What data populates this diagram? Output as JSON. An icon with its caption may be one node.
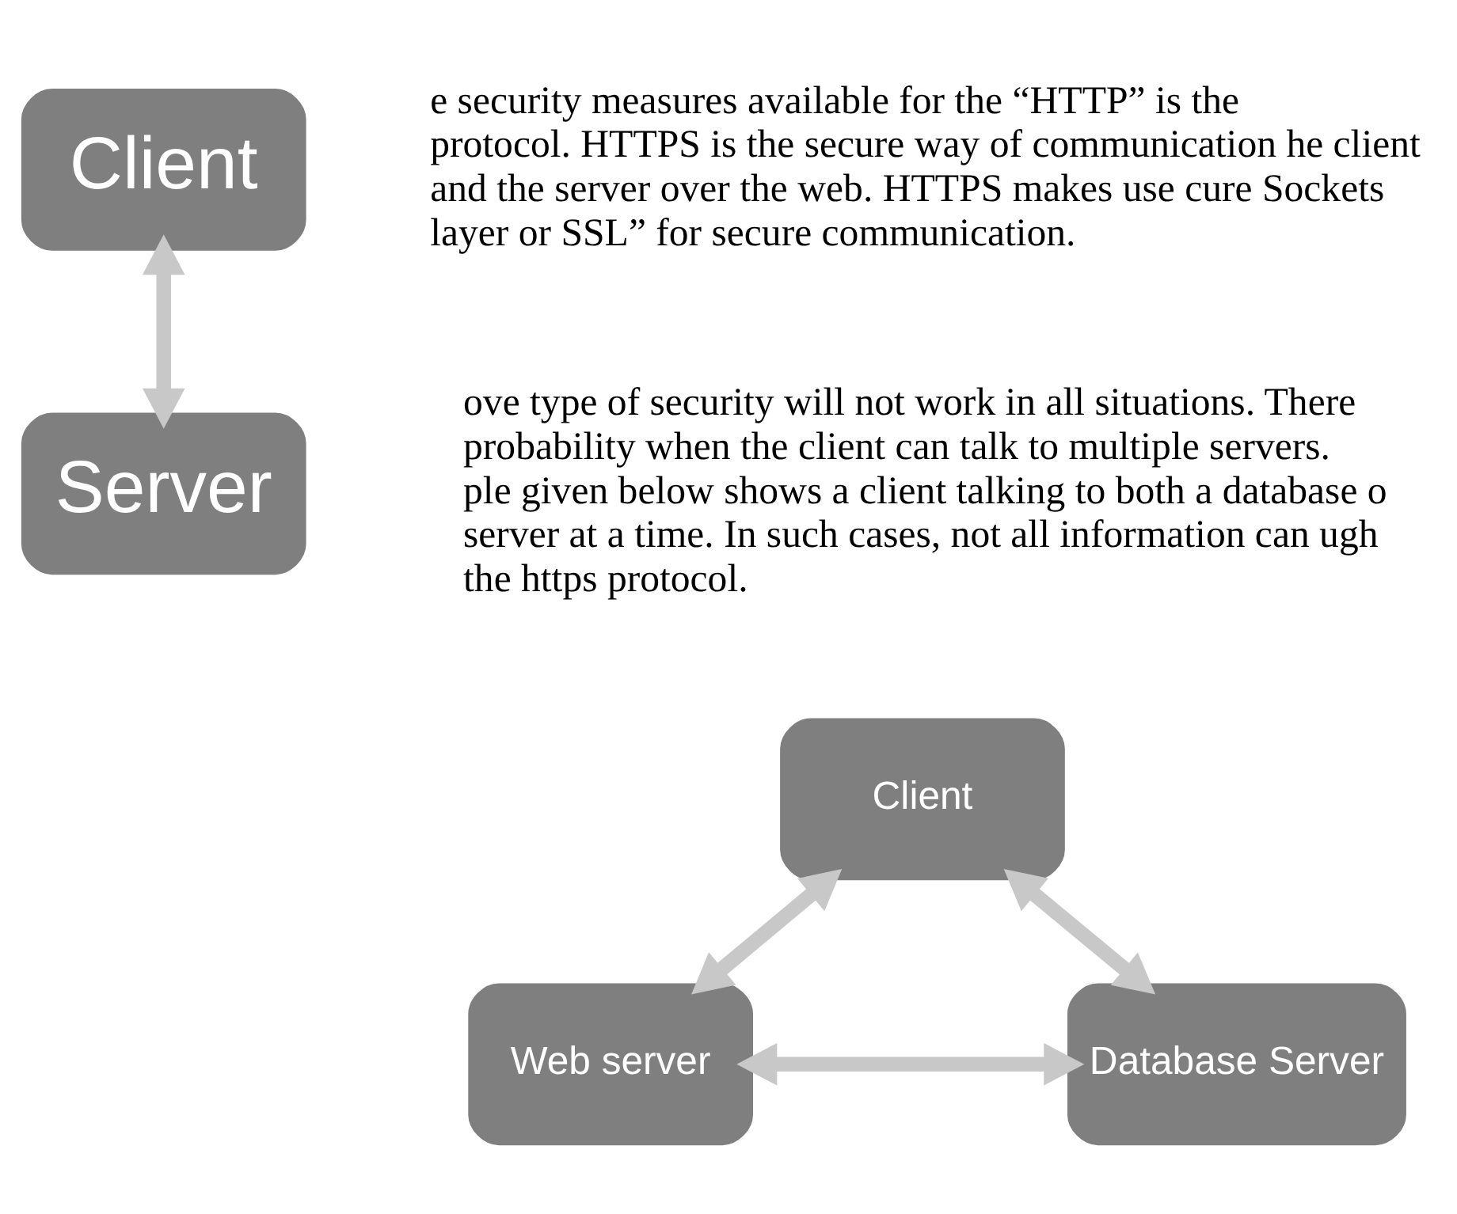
{
  "diagram": {
    "nodes": [
      {
        "text": [
          "Client"
        ]
      },
      {
        "text": [
          "Server"
        ]
      },
      {
        "text": [
          "Client"
        ]
      },
      {
        "text": [
          "Web server"
        ]
      },
      {
        "text": [
          "Database Server"
        ]
      }
    ],
    "edges": [
      {
        "from": 0,
        "to": 1,
        "arrow": "both"
      },
      {
        "from": 2,
        "to": 3,
        "arrow": "both"
      },
      {
        "from": 2,
        "to": 4,
        "arrow": "both"
      },
      {
        "from": 3,
        "to": 4,
        "arrow": "both"
      }
    ],
    "labels": [
      "e security measures available for the “HTTP” is the protocol. HTTPS is the secure way of communication he client and the server over the web. HTTPS makes use cure Sockets layer or SSL” for secure communication.",
      "ove type of security will not work in all situations. There probability when the client can talk to multiple servers. ple given below shows a client talking to both a database o server at a time. In such cases, not all information can ugh the https protocol."
    ]
  }
}
